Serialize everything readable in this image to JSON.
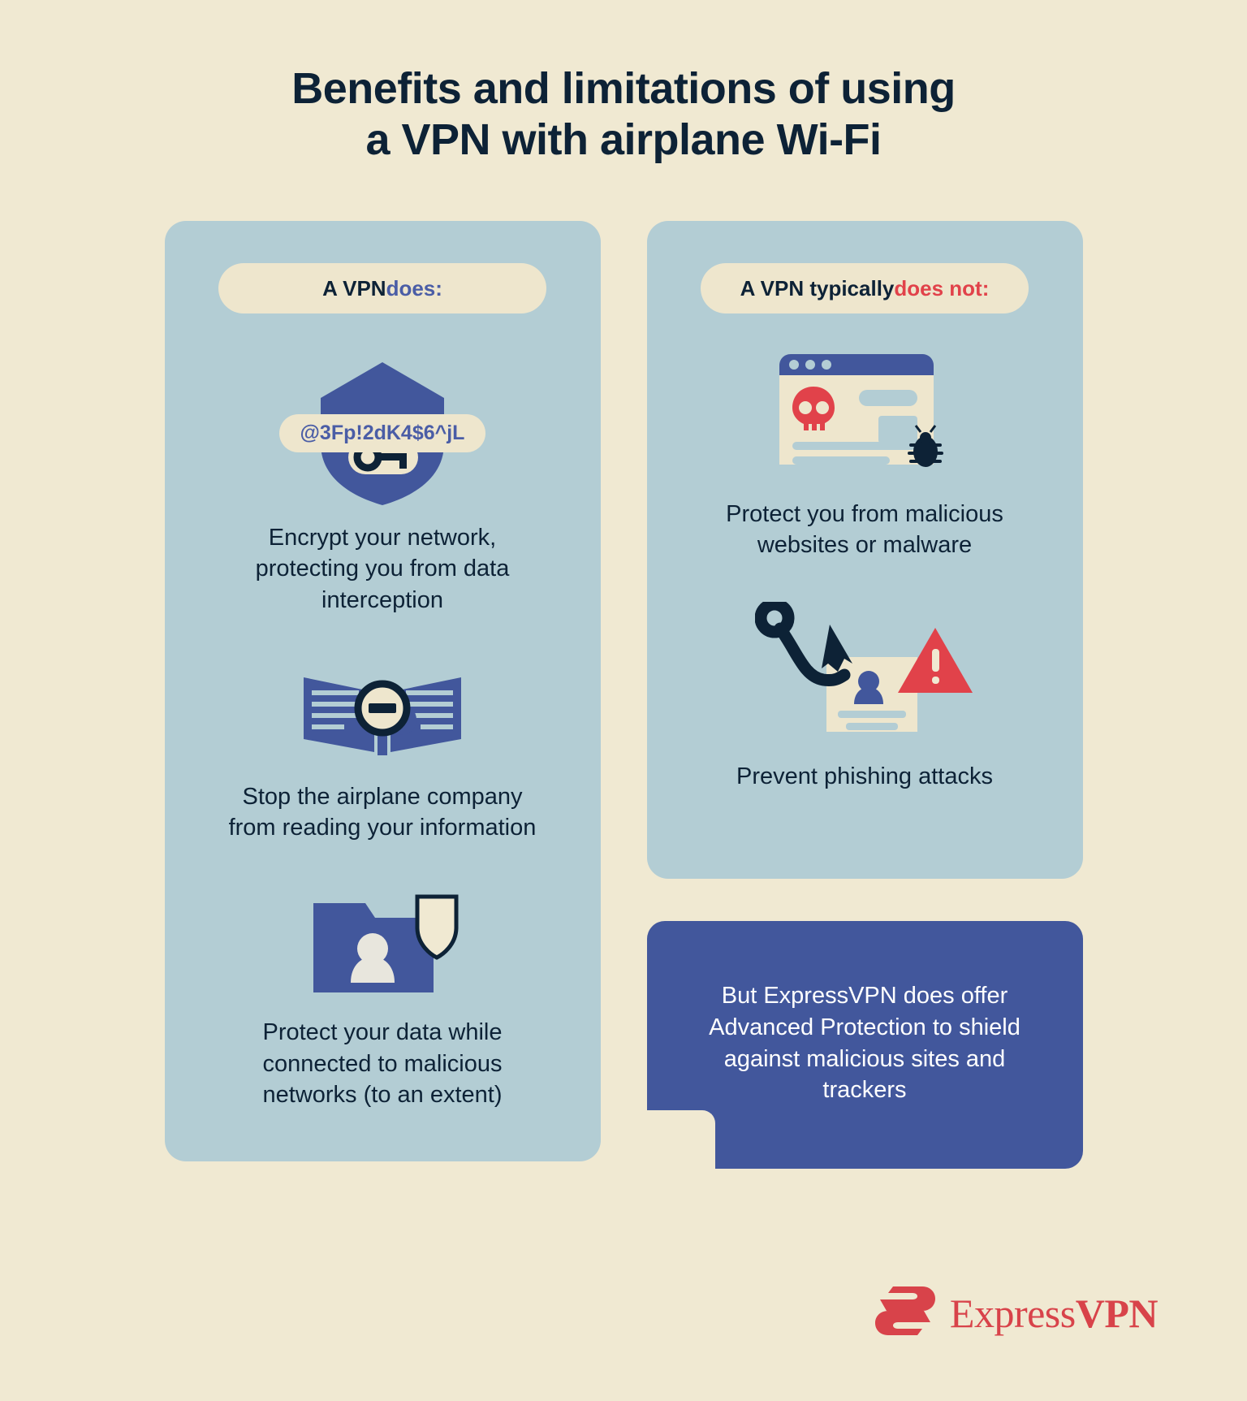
{
  "title": {
    "line1": "Benefits and limitations of using",
    "line2": "a VPN with airplane Wi-Fi"
  },
  "left_column": {
    "pill": {
      "prefix": "A VPN ",
      "accent": "does:"
    },
    "items": [
      {
        "icon": "shield-key-icon",
        "password_badge": "@3Fp!2dK4$6^jL",
        "caption": "Encrypt your network, protecting you from data interception"
      },
      {
        "icon": "open-book-no-reading-icon",
        "caption": "Stop the airplane company from reading your information"
      },
      {
        "icon": "folder-user-shield-icon",
        "caption": "Protect your data while connected to malicious networks (to an extent)"
      }
    ]
  },
  "right_column": {
    "pill": {
      "prefix": "A VPN typically ",
      "accent": "does not:"
    },
    "items": [
      {
        "icon": "browser-skull-bug-icon",
        "caption": "Protect you from malicious websites or malware"
      },
      {
        "icon": "phishing-hook-warning-icon",
        "caption": "Prevent phishing attacks"
      }
    ],
    "callout": "But ExpressVPN does offer Advanced Protection to shield against malicious sites and trackers"
  },
  "logo": {
    "icon": "expressvpn-logo-icon",
    "text_light": "Express",
    "text_bold": "VPN"
  },
  "colors": {
    "background": "#f0e9d2",
    "panel": "#b3cdd4",
    "pill": "#eee6cd",
    "navy": "#0d2236",
    "blue": "#42579c",
    "accent_blue": "#4a5da6",
    "red": "#e1424a",
    "logo_red": "#d8434a"
  }
}
